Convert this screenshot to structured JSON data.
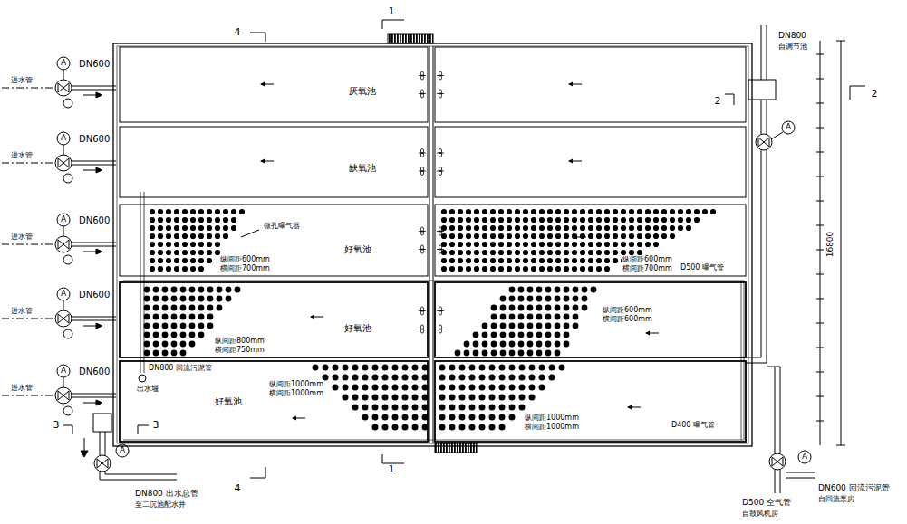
{
  "diagram": {
    "nodes": [
      {
        "text": [
          "厌氧池"
        ]
      },
      {
        "text": [
          "缺氧池"
        ]
      },
      {
        "text": [
          "好氧池"
        ]
      },
      {
        "text": [
          "好氧池"
        ]
      },
      {
        "text": [
          "好氧池"
        ]
      }
    ],
    "labels": [
      "4",
      "1",
      "DN800",
      "自调节池",
      "2",
      "2",
      "A",
      "进水管",
      "A",
      "DN600",
      "进水管",
      "A",
      "DN600",
      "进水管",
      "A",
      "DN600",
      "进水管",
      "A",
      "DN600",
      "进水管",
      "A",
      "DN600",
      "微孔曝气器",
      "纵间距600mm",
      "横间距700mm",
      "纵间距600mm",
      "横间距700mm",
      "D500 曝气管",
      "纵间距800mm",
      "横间距750mm",
      "纵间距600mm",
      "横间距600mm",
      "DN800 回流污泥管",
      "出水堰",
      "纵间距1000mm",
      "横间距1000mm",
      "纵间距1000mm",
      "横间距1000mm",
      "D400 曝气管",
      "3",
      "3",
      "A",
      "1",
      "4",
      "DN800 出水总管",
      "至二沉池配水井",
      "A",
      "DN600 回流污泥管",
      "自回流泵房",
      "D500 空气管",
      "自鼓风机房",
      "16800"
    ]
  }
}
